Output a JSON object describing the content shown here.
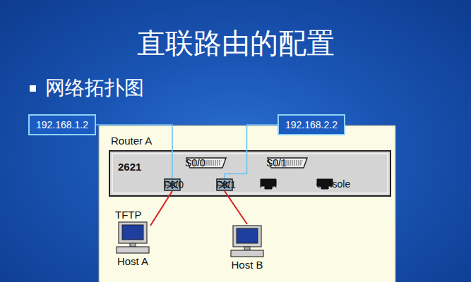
{
  "diagram": {
    "title": "直联路由的配置",
    "nodes": [
      {
        "text": [
          "192.168.1.2"
        ]
      },
      {
        "text": [
          "192.168.2.2"
        ]
      },
      {
        "text": [
          "Router A",
          "2621"
        ]
      },
      {
        "text": [
          "S0/0"
        ],
        "in": 2
      },
      {
        "text": [
          "S0/1"
        ],
        "in": 2
      },
      {
        "text": [
          "F0/0"
        ],
        "in": 2
      },
      {
        "text": [
          "F0/1"
        ],
        "in": 2
      },
      {
        "text": [
          "Aux"
        ],
        "in": 2
      },
      {
        "text": [
          "console"
        ],
        "in": 2
      },
      {
        "text": [
          "TFTP",
          "Host A"
        ]
      },
      {
        "text": [
          "Host B"
        ]
      }
    ],
    "edges": [
      {
        "from": 0,
        "to": 5,
        "arrow": "none"
      },
      {
        "from": 1,
        "to": 6,
        "arrow": "none"
      },
      {
        "from": 5,
        "to": 9,
        "arrow": "none"
      },
      {
        "from": 6,
        "to": 10,
        "arrow": "none"
      }
    ],
    "labels": [
      "网络拓扑图"
    ]
  }
}
